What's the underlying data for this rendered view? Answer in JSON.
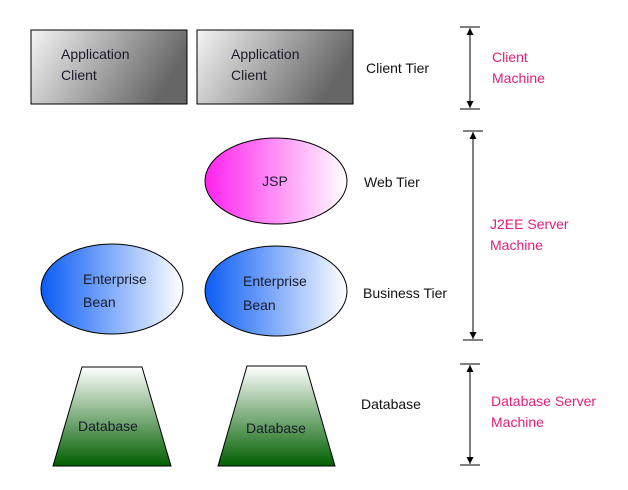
{
  "colors": {
    "machine_label": "#e0207a",
    "client_box": "#808080",
    "jsp": "#ff33ee",
    "bean": "#1a66ff",
    "database": "#006600"
  },
  "components": {
    "app_client_1": [
      "Application",
      "Client"
    ],
    "app_client_2": [
      "Application",
      "Client"
    ],
    "jsp": "JSP",
    "bean_1": [
      "Enterprise",
      "Bean"
    ],
    "bean_2": [
      "Enterprise",
      "Bean"
    ],
    "database_1": "Database",
    "database_2": "Database"
  },
  "tiers": {
    "client": "Client Tier",
    "web": "Web Tier",
    "business": "Business Tier",
    "database": "Database"
  },
  "machines": {
    "client": [
      "Client",
      "Machine"
    ],
    "j2ee": [
      "J2EE Server",
      "Machine"
    ],
    "database": [
      "Database Server",
      "Machine"
    ]
  }
}
